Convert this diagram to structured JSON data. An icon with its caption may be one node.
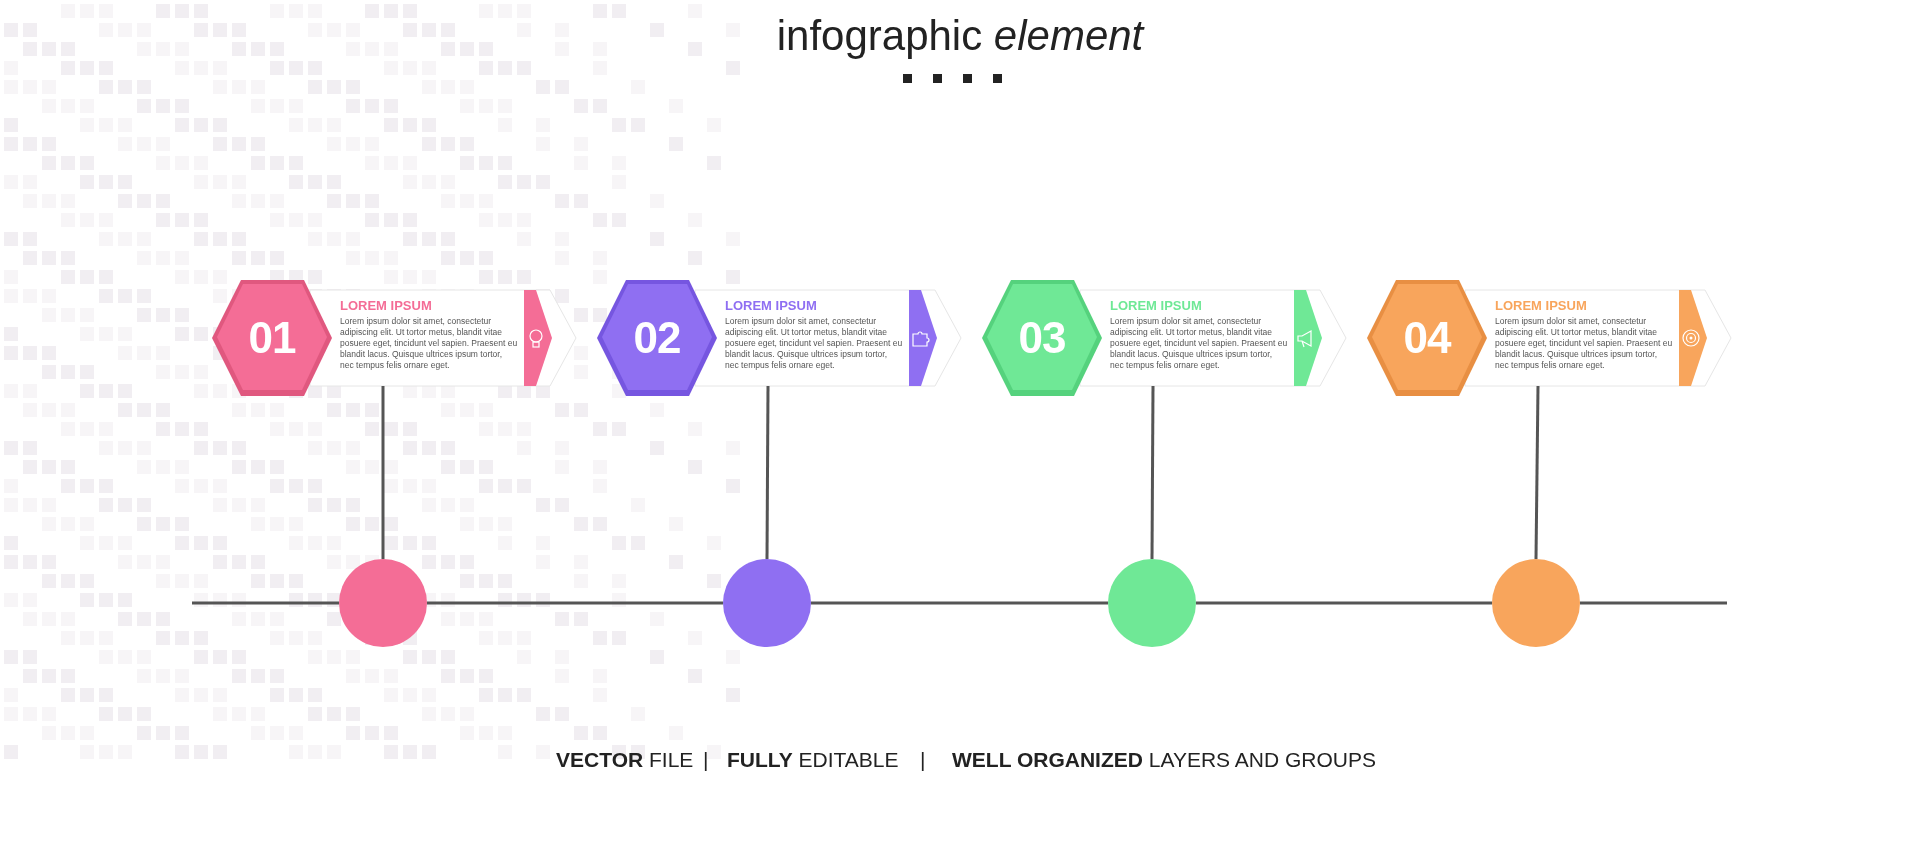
{
  "diagram": {
    "title": "infographic *element*",
    "nodes": [
      {
        "text": [
          "01",
          "LOREM IPSUM",
          "Lorem ipsum dolor sit amet, consectetur adipiscing elit. Ut tortor metus, blandit vitae posuere eget, tincidunt vel sapien. Praesent eu blandit lacus. Quisque ultrices ipsum tortor, nec tempus felis ornare eget."
        ]
      },
      {
        "text": [
          "02",
          "LOREM IPSUM",
          "Lorem ipsum dolor sit amet, consectetur adipiscing elit. Ut tortor metus, blandit vitae posuere eget, tincidunt vel sapien. Praesent eu blandit lacus. Quisque ultrices ipsum tortor, nec tempus felis ornare eget."
        ]
      },
      {
        "text": [
          "03",
          "LOREM IPSUM",
          "Lorem ipsum dolor sit amet, consectetur adipiscing elit. Ut tortor metus, blandit vitae posuere eget, tincidunt vel sapien. Praesent eu blandit lacus. Quisque ultrices ipsum tortor, nec tempus felis ornare eget."
        ]
      },
      {
        "text": [
          "04",
          "LOREM IPSUM",
          "Lorem ipsum dolor sit amet, consectetur adipiscing elit. Ut tortor metus, blandit vitae posuere eget, tincidunt vel sapien. Praesent eu blandit lacus. Quisque ultrices ipsum tortor, nec tempus felis ornare eget."
        ]
      },
      {
        "text": [],
        "shape": "circle"
      },
      {
        "text": [],
        "shape": "circle"
      },
      {
        "text": [],
        "shape": "circle"
      },
      {
        "text": [],
        "shape": "circle"
      }
    ],
    "edges": [
      {
        "from": 0,
        "to": 4,
        "arrow": "none"
      },
      {
        "from": 1,
        "to": 5,
        "arrow": "none"
      },
      {
        "from": 2,
        "to": 6,
        "arrow": "none"
      },
      {
        "from": 3,
        "to": 7,
        "arrow": "none"
      },
      {
        "from": 4,
        "to": 5,
        "arrow": "none"
      },
      {
        "from": 5,
        "to": 6,
        "arrow": "none"
      },
      {
        "from": 6,
        "to": 7,
        "arrow": "none"
      }
    ],
    "labels": [
      "**VECTOR** FILE",
      "|",
      "**FULLY** EDITABLE",
      "|",
      "**WELL ORGANIZED** LAYERS AND GROUPS"
    ]
  }
}
